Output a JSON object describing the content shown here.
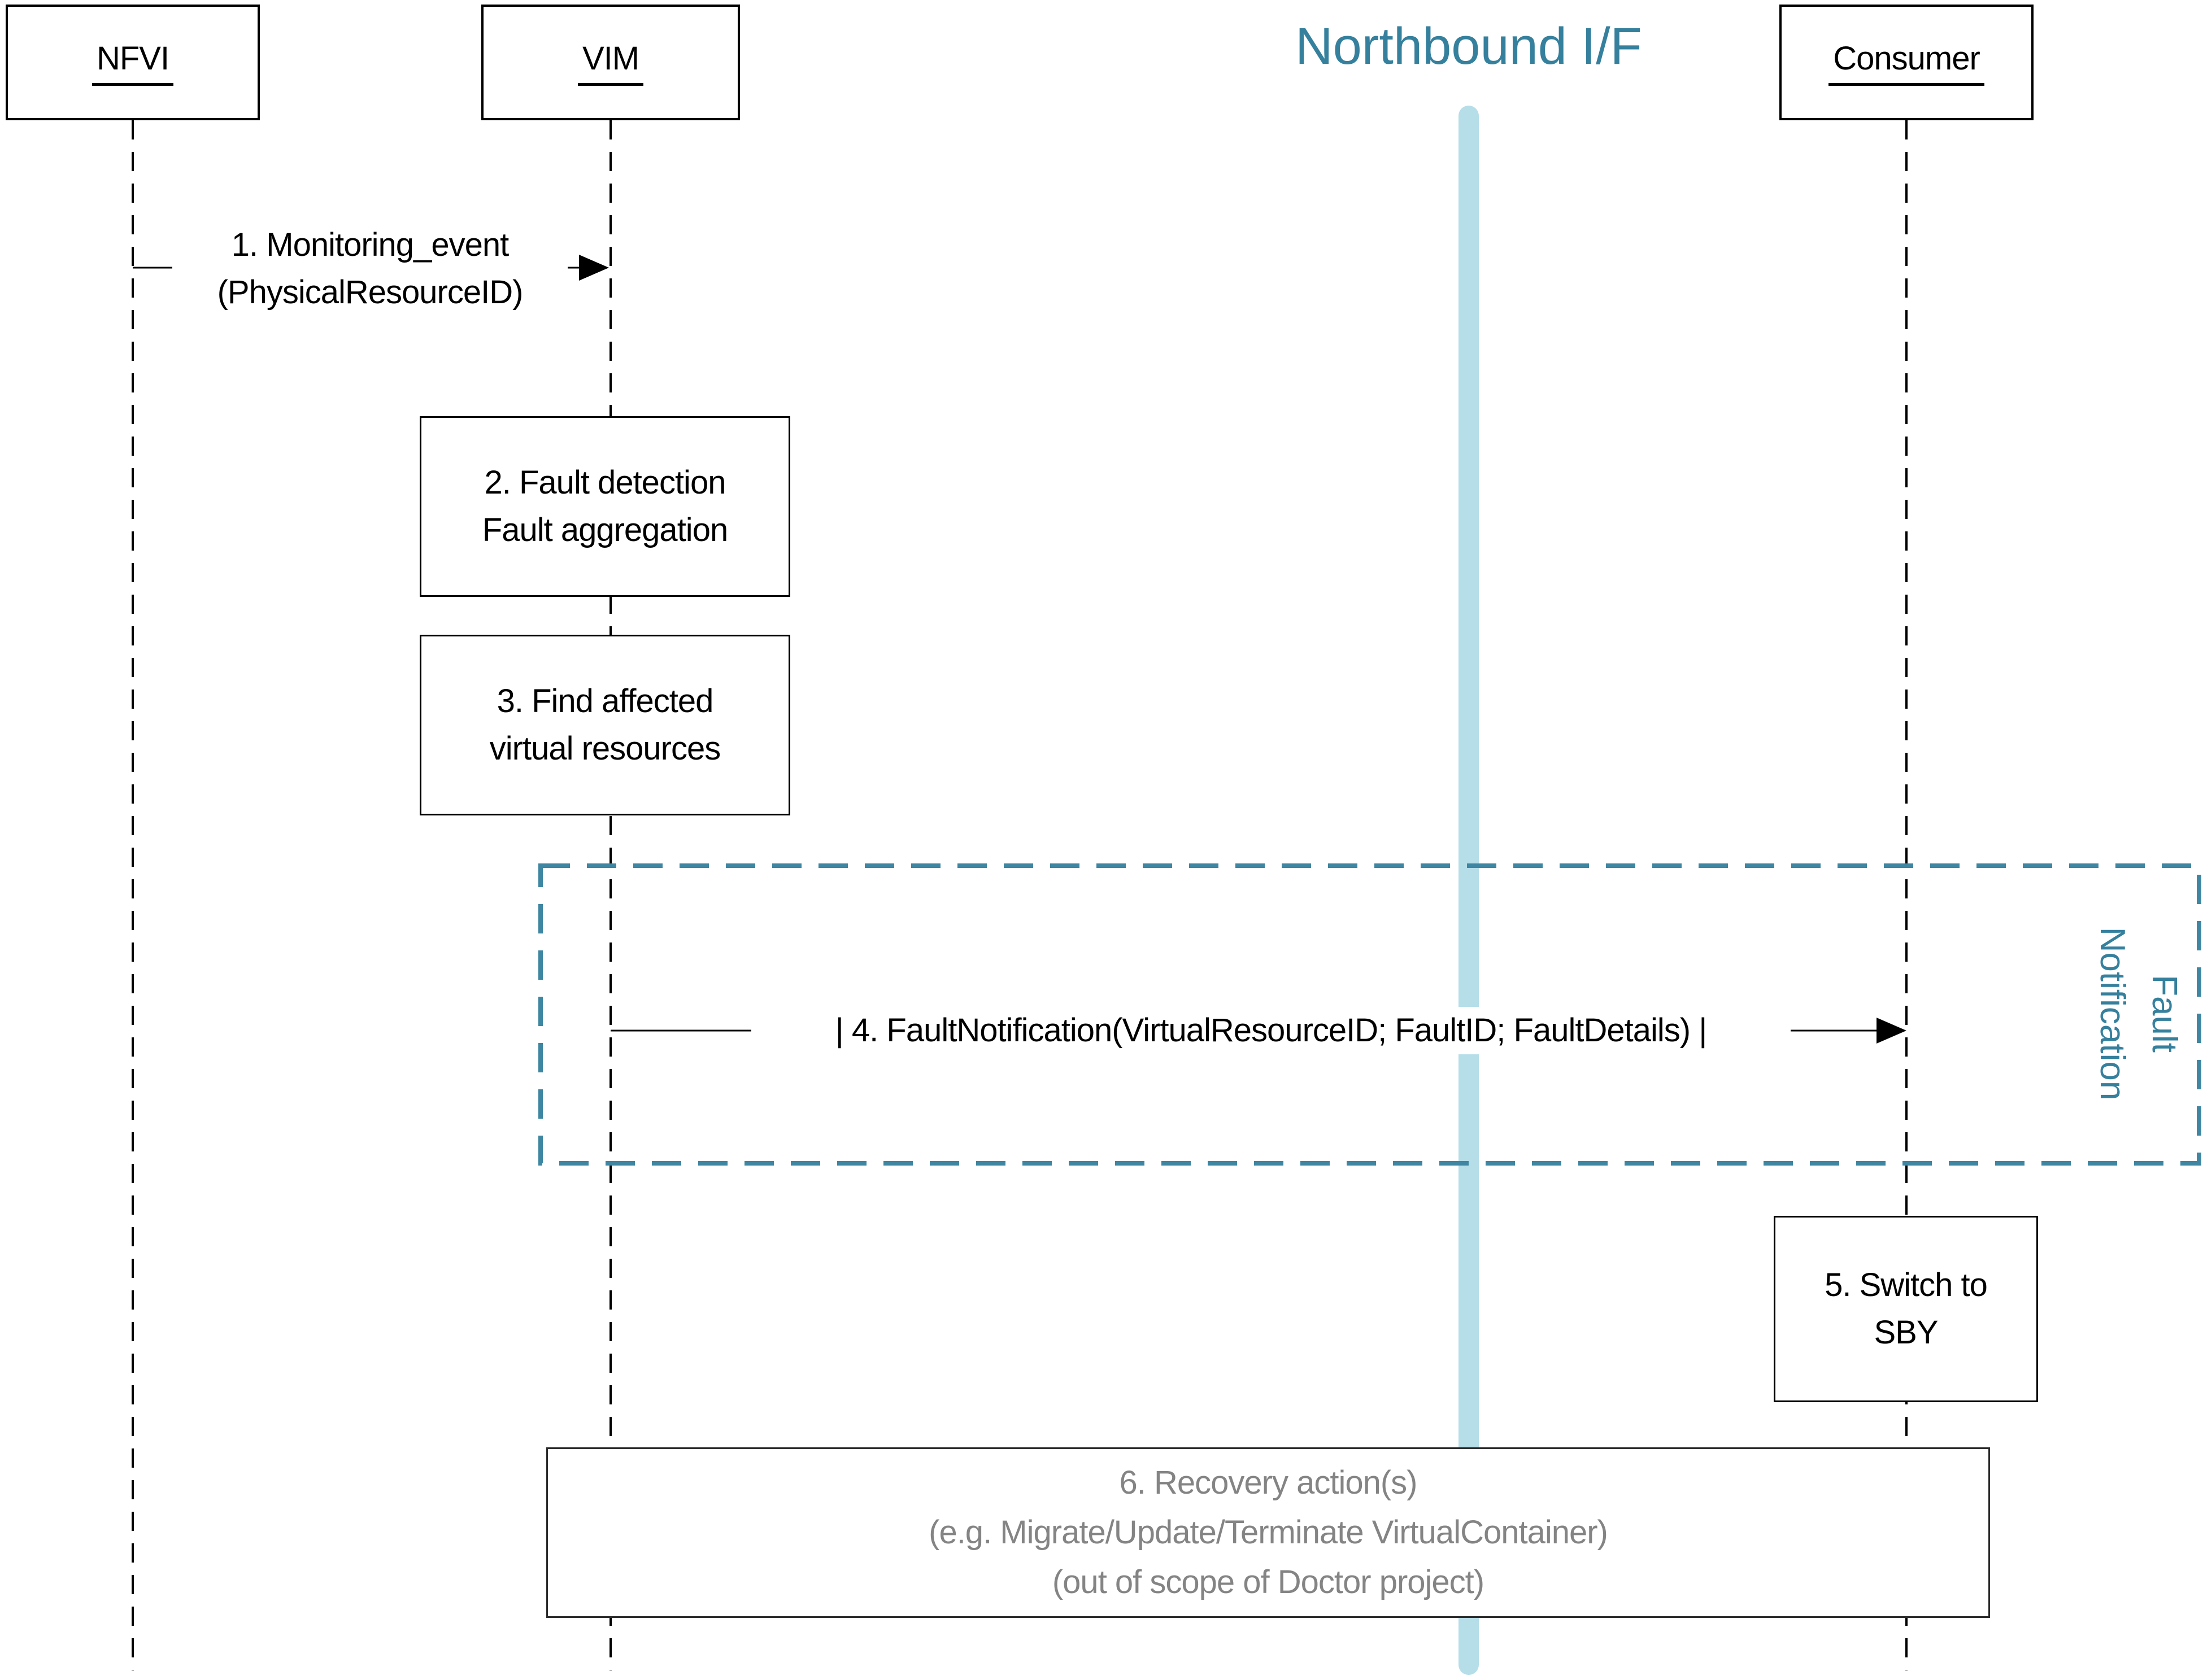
{
  "colors": {
    "teal_text": "#35809d",
    "teal_dash": "#3e86a1",
    "light_blue": "#b5dee9",
    "gray_text": "#848484",
    "line_black": "#000000"
  },
  "actors": {
    "nfvi": {
      "label": "NFVI"
    },
    "vim": {
      "label": "VIM"
    },
    "northbound": {
      "label": "Northbound I/F"
    },
    "consumer": {
      "label": "Consumer"
    }
  },
  "messages": {
    "m1": {
      "line1": "1. Monitoring_event",
      "line2": "(PhysicalResourceID)"
    },
    "m4": {
      "label": "| 4. FaultNotification(VirtualResourceID; FaultID; FaultDetails) |"
    }
  },
  "activities": {
    "fault_detection": {
      "line1": "2. Fault detection",
      "line2": "Fault aggregation"
    },
    "find_affected": {
      "line1": "3. Find affected",
      "line2": "virtual resources"
    },
    "switch_to_sby": {
      "line1": "5. Switch to",
      "line2": "SBY"
    },
    "recovery": {
      "line1": "6. Recovery action(s)",
      "line2": "(e.g. Migrate/Update/Terminate VirtualContainer)",
      "line3": "(out of scope of Doctor project)"
    }
  },
  "frame": {
    "title_line1": "Fault",
    "title_line2": "Notification"
  }
}
